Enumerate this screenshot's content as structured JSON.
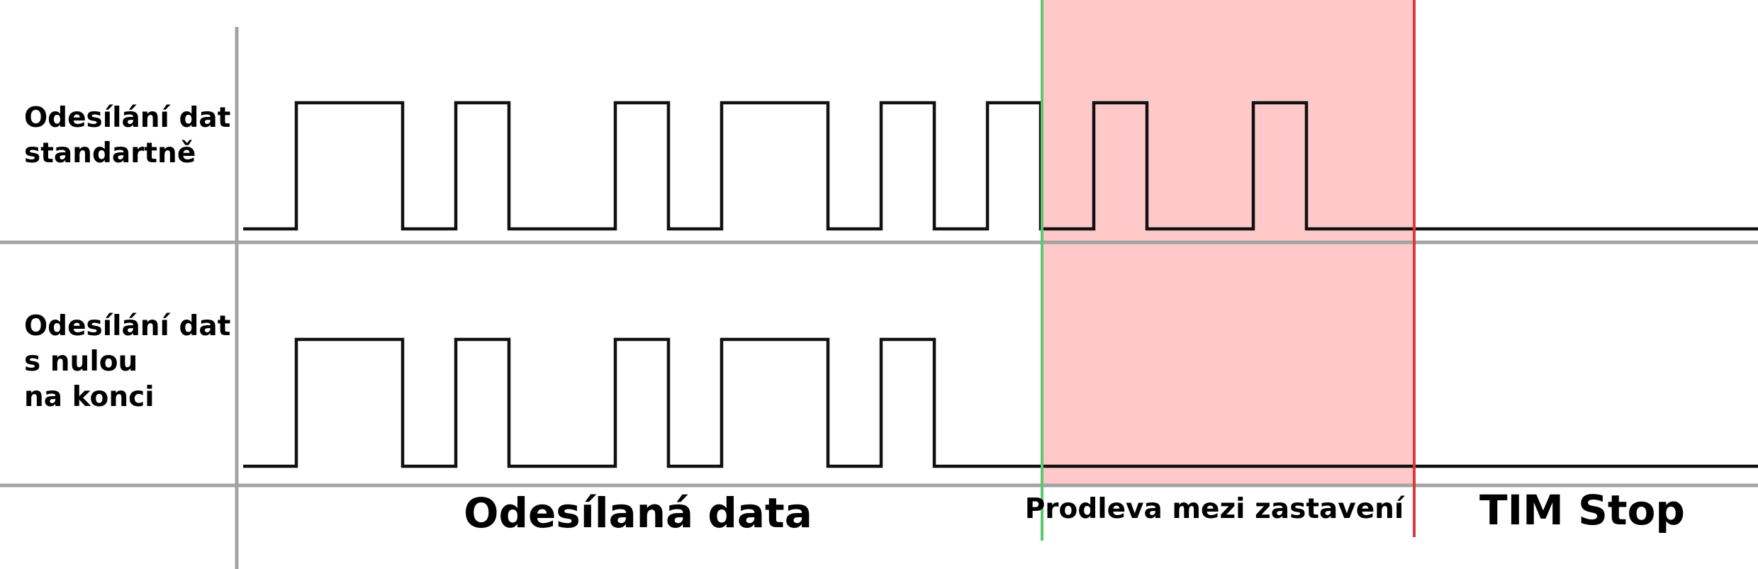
{
  "rows": [
    {
      "label_lines": [
        "Odesílání dat",
        "standartně"
      ]
    },
    {
      "label_lines": [
        "Odesílání dat",
        "s nulou",
        "na konci"
      ]
    }
  ],
  "sections": {
    "data_label": "Odesílaná data",
    "delay_label": "Prodleva mezi zastavení",
    "stop_label": "TIM Stop"
  },
  "signals": {
    "standard_bits": [
      0,
      1,
      1,
      0,
      1,
      0,
      0,
      1,
      0,
      1,
      1,
      0,
      1,
      0,
      1,
      0,
      1,
      0,
      0,
      1,
      0,
      0
    ],
    "zero_end_bits": [
      0,
      1,
      1,
      0,
      1,
      0,
      0,
      1,
      0,
      1,
      1,
      0,
      1,
      0,
      0,
      0,
      0,
      0,
      0,
      0,
      0,
      0
    ]
  },
  "colors": {
    "signal": "#111111",
    "grid": "#a3a3a3",
    "delay_region": "#ffc9c9",
    "delay_start_line": "#5bc96b",
    "stop_line": "#d93a3a"
  }
}
